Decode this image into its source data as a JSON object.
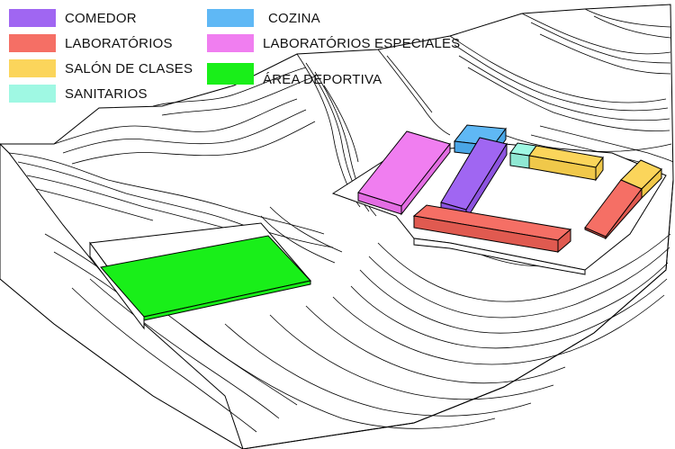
{
  "legend": {
    "items": [
      {
        "id": "comedor",
        "label": "COMEDOR",
        "color": "#a066f2"
      },
      {
        "id": "laboratorios",
        "label": "LABORATÓRIOS",
        "color": "#f56f65"
      },
      {
        "id": "salon",
        "label": "SALÓN DE CLASES",
        "color": "#fbd55b"
      },
      {
        "id": "sanitarios",
        "label": "SANITARIOS",
        "color": "#9ff8e3"
      },
      {
        "id": "cozina",
        "label": "COZINA",
        "color": "#5fb8f5"
      },
      {
        "id": "lab_especiales",
        "label": "LABORATÓRIOS ESPECIALES",
        "color": "#f07ef0"
      },
      {
        "id": "area_deportiva",
        "label": "ÁREA DEPORTIVA",
        "color": "#19ef19"
      }
    ]
  }
}
